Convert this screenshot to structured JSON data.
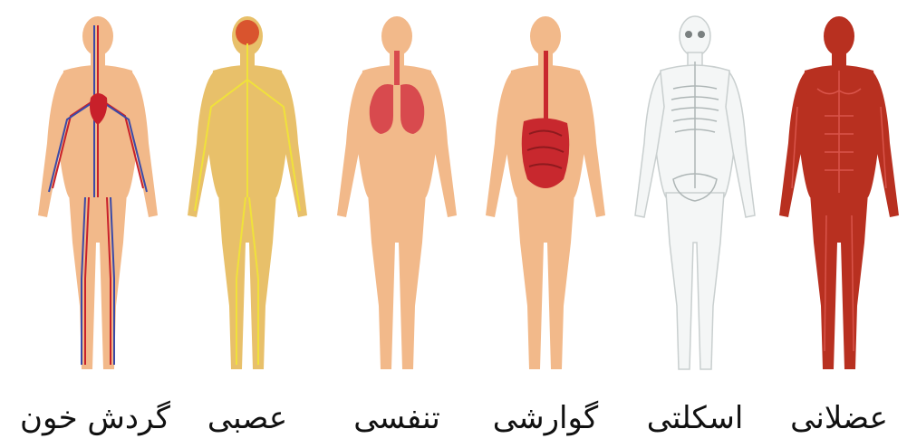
{
  "figures": [
    {
      "system": "circulatory",
      "label": "گردش خون",
      "skin": "#f2b98a",
      "overlay": "#c8202a"
    },
    {
      "system": "nervous",
      "label": "عصبی",
      "skin": "#e8c06a",
      "overlay": "#f0e23a"
    },
    {
      "system": "respiratory",
      "label": "تنفسی",
      "skin": "#f2b98a",
      "overlay": "#d84a4e"
    },
    {
      "system": "digestive",
      "label": "گوارشی",
      "skin": "#f2b98a",
      "overlay": "#c8282e"
    },
    {
      "system": "skeletal",
      "label": "اسکلتی",
      "skin": "#f4f6f6",
      "overlay": "#d8dddd"
    },
    {
      "system": "muscular",
      "label": "عضلانی",
      "skin": "#b83020",
      "overlay": "#d9544a"
    }
  ]
}
